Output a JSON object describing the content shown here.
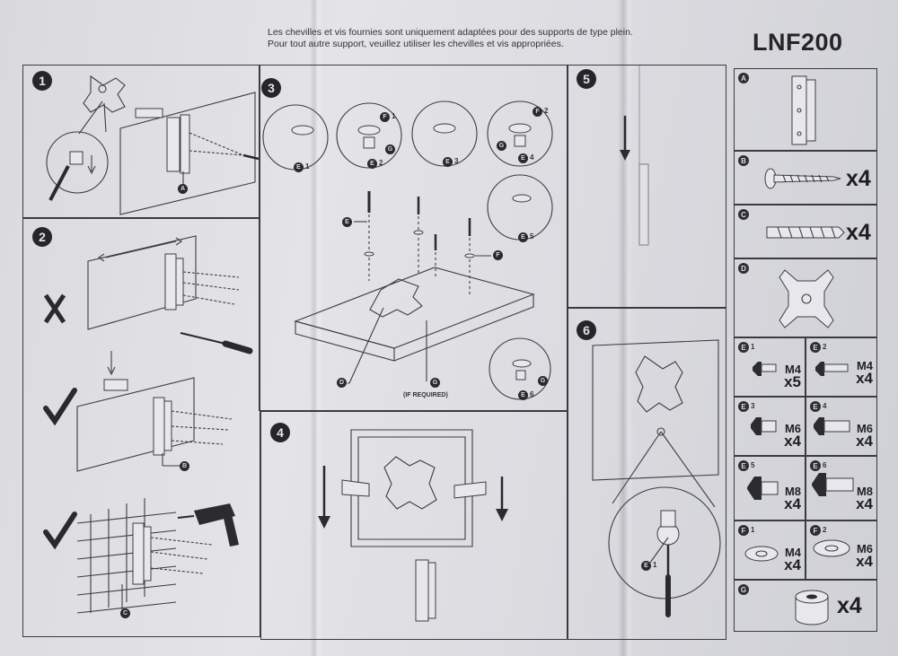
{
  "header": {
    "notice_line1": "Les chevilles et vis fournies sont uniquement adaptées pour des supports de type plein.",
    "notice_line2": "Pour tout autre support, veuillez utiliser les chevilles et vis appropriées.",
    "model": "LNF200"
  },
  "steps": {
    "s1": "1",
    "s2": "2",
    "s3": "3",
    "s4": "4",
    "s5": "5",
    "s6": "6"
  },
  "callouts": {
    "a": "A",
    "b": "B",
    "c": "C",
    "d": "D",
    "e": "E",
    "f": "F",
    "g": "G",
    "e1": "1",
    "e2": "2",
    "e3": "3",
    "e4": "4",
    "e5": "5",
    "e6": "6",
    "f1": "1",
    "f2": "2",
    "if_required": "(IF REQUIRED)"
  },
  "parts": {
    "A": {
      "letter": "A"
    },
    "B": {
      "letter": "B",
      "qty": "x4"
    },
    "C": {
      "letter": "C",
      "qty": "x4"
    },
    "D": {
      "letter": "D"
    },
    "E1": {
      "letter": "E",
      "num": "1",
      "size": "M4",
      "qty": "x5"
    },
    "E2": {
      "letter": "E",
      "num": "2",
      "size": "M4",
      "qty": "x4"
    },
    "E3": {
      "letter": "E",
      "num": "3",
      "size": "M6",
      "qty": "x4"
    },
    "E4": {
      "letter": "E",
      "num": "4",
      "size": "M6",
      "qty": "x4"
    },
    "E5": {
      "letter": "E",
      "num": "5",
      "size": "M8",
      "qty": "x4"
    },
    "E6": {
      "letter": "E",
      "num": "6",
      "size": "M8",
      "qty": "x4"
    },
    "F1": {
      "letter": "F",
      "num": "1",
      "size": "M4",
      "qty": "x4"
    },
    "F2": {
      "letter": "F",
      "num": "2",
      "size": "M6",
      "qty": "x4"
    },
    "G": {
      "letter": "G",
      "qty": "x4"
    }
  },
  "colors": {
    "ink": "#2a2a2e",
    "paper": "#e0e0e5"
  }
}
